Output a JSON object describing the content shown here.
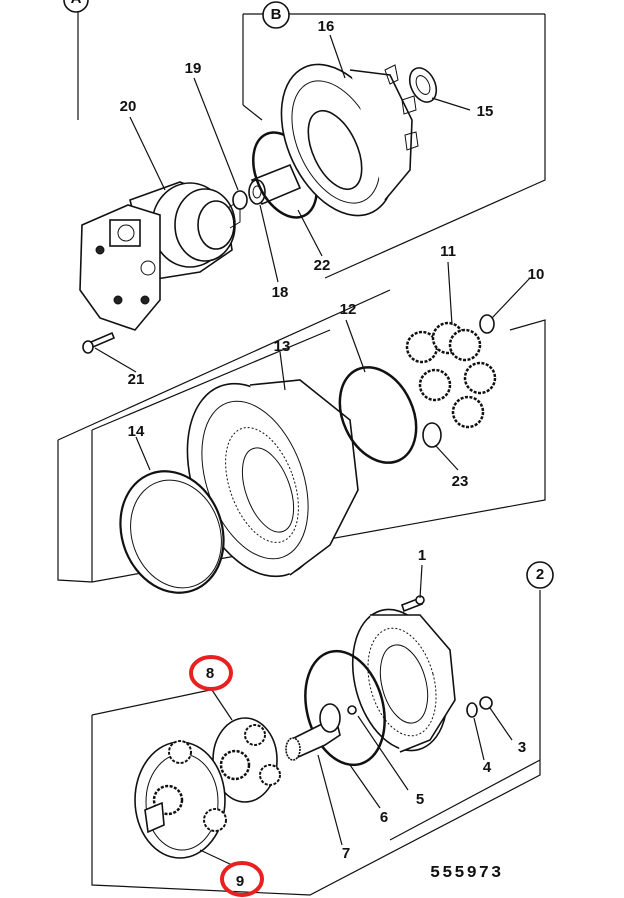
{
  "assembly_labels": [
    "A",
    "B",
    "2"
  ],
  "callouts": {
    "c1": "1",
    "c3": "3",
    "c4": "4",
    "c5": "5",
    "c6": "6",
    "c7": "7",
    "c8": "8",
    "c9": "9",
    "c10": "10",
    "c11": "11",
    "c12": "12",
    "c13": "13",
    "c14": "14",
    "c15": "15",
    "c16": "16",
    "c18": "18",
    "c19": "19",
    "c20": "20",
    "c21": "21",
    "c22": "22",
    "c23": "23"
  },
  "highlighted": [
    "8",
    "9"
  ],
  "highlight_color": "#e8201f",
  "drawing_number": "555973"
}
